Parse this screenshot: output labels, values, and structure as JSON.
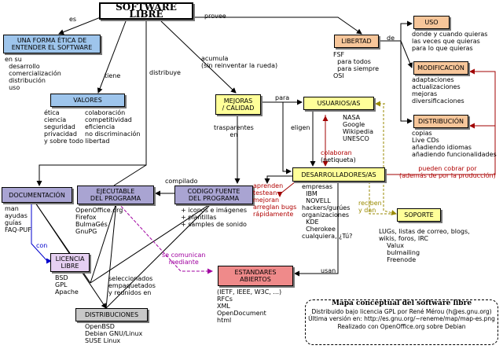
{
  "colors": {
    "blue_node": "#9ec5ec",
    "yellow_node": "#ffff99",
    "orange_node": "#f7c69a",
    "purple_node": "#a9a4d2",
    "grey_node": "#c8c8c8",
    "red_node": "#ef8a8a",
    "lilac_node": "#e6d0f2"
  },
  "nodes": {
    "software_libre": "SOFTWARE LIBRE",
    "forma_etica": "UNA FORMA ÉTICA DE\nENTENDER EL SOFTWARE",
    "valores": "VALORES",
    "mejoras": "MEJORAS\n/ CALIDAD",
    "usuarios": "USUARIOS/AS",
    "libertad": "LIBERTAD",
    "uso": "USO",
    "modificacion": "MODIFICACIÓN",
    "distribucion": "DISTRIBUCIÓN",
    "desarrolladores": "DESARROLLADORES/AS",
    "documentacion": "DOCUMENTACIÓN",
    "ejecutable": "EJECUTABLE\nDEL PROGRAMA",
    "codigo": "CODIGO FUENTE\nDEL PROGRAMA",
    "soporte": "SOPORTE",
    "licencia": "LICENCIA\nLIBRE",
    "estandares": "ESTANDARES\nABIERTOS",
    "distribuciones": "DISTRIBUCIONES"
  },
  "labels": {
    "es": "es",
    "provee": "provee",
    "tiene": "tiene",
    "distribuye": "distribuye",
    "acumula": "acumula\n(sin reinventar la rueda)",
    "para": "para",
    "de": "de",
    "trasparentes": "trasparentes\nen",
    "eligen": "eligen",
    "colaboran": "colaboran",
    "netiqueta": "(netiqueta)",
    "compilado": "compilado",
    "aprenden": "aprenden\ntestean\nmejoran\narreglan bugs\nrápidamente",
    "reciben": "reciben\ny dan",
    "pueden_cobrar": "pueden cobrar por\n(además de por la producción)",
    "con": "con",
    "se_comunican": "se comunican\nmediante",
    "usan": "usan",
    "seleccionados": "seleccionados\nempaquetados\ny reunidos en"
  },
  "texts": {
    "en_su": "en su\n  desarrollo\n  comercialización\n  distribución\n  uso",
    "valores_col1": "ética\nciencia\nseguridad\nprivacidad",
    "valores_col2": "colaboración\ncompetitividad\neficiencia\nno discriminación",
    "valores_extra": "y sobre todo libertad",
    "libertad_list": "FSF\n  para todos\n  para siempre\nOSI",
    "uso_list": "donde y cuando quieras\nlas veces que quieras\npara lo que quieras",
    "modif_list": "adaptaciones\nactualizaciones\nmejoras\ndiversificaciones",
    "distrib_list": "copias\nLive CDs\nañadiendo idiomas\nañadiendo funcionalidades",
    "usuarios_list": "NASA\nGoogle\nWikipedia\nUNESCO",
    "desarrollador_list": "empresas\n  IBM\n  NOVELL\nhackers/gurúes\norganizaciones\n  KDE\n  Cherokee\ncualquiera, ¿Tú?",
    "doc_list": "man\nayudas\nguías\nFAQ-PUF",
    "ejec_list": "OpenOffice.org\nFirefox\nBulmaGés\nGnuPG",
    "codigo_list": "+ iconos e imágenes\n+ plantillas\n+ samples de sonido",
    "soporte_list": "LUGs, listas de correo, blogs,\nwikis, foros, IRC\n    Valux\n    bulmailing\n    Freenode",
    "licencia_list": "BSD\nGPL\nApache",
    "estandares_list": "(IETF, IEEE, W3C, ...)\nRFCs\nXML\nOpenDocument\nhtml",
    "distribuciones_list": "OpenBSD\nDebian GNU/Linux\nSUSE Linux"
  },
  "footer": {
    "title": "Mapa conceptual del software libre",
    "line1": "Distribuido bajo licencia GPL por René Mérou (h@es.gnu.org)",
    "line2": "Última versión en: http://es.gnu.org/~reneme/map/map-es.png",
    "line3": "Realizado con OpenOffice.org sobre Debian"
  }
}
